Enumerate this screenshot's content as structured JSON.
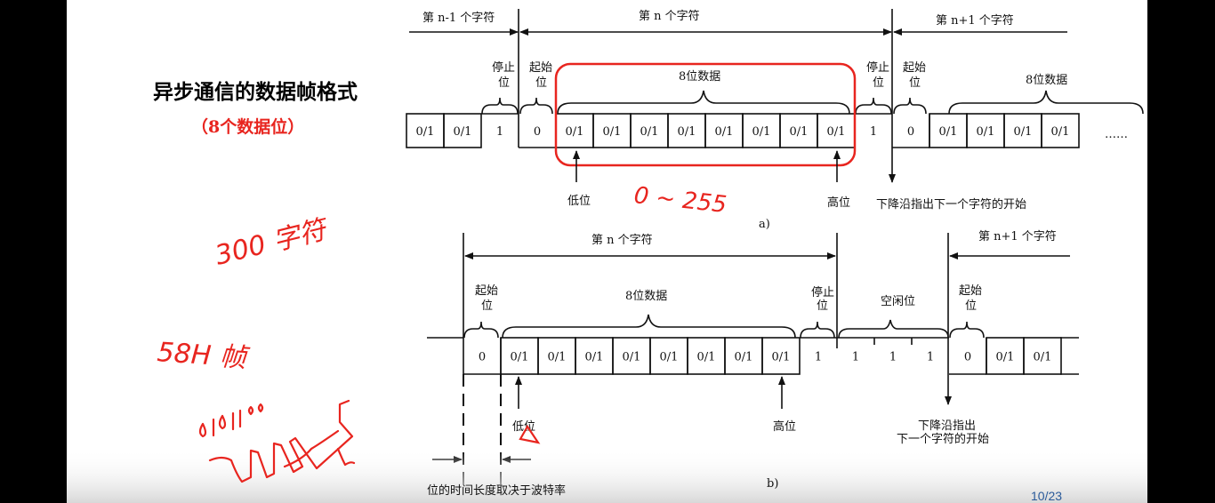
{
  "slide": {
    "title": "异步通信的数据帧格式",
    "subtitle": "（8个数据位）",
    "page_indicator": "10/23",
    "accent_color": "#e8251f",
    "page_color": "#2a5a9a"
  },
  "diagram_a": {
    "char_prev": "第 n-1 个字符",
    "char_n": "第 n 个字符",
    "char_next": "第 n+1 个字符",
    "stop_bit_top": "停止",
    "stop_bit_bottom": "位",
    "start_bit_top": "起始",
    "start_bit_bottom": "位",
    "data_label": "8位数据",
    "cells": [
      "0/1",
      "0/1",
      "1",
      "0",
      "0/1",
      "0/1",
      "0/1",
      "0/1",
      "0/1",
      "0/1",
      "0/1",
      "0/1",
      "1",
      "0",
      "0/1",
      "0/1",
      "0/1",
      "0/1"
    ],
    "ellipsis": "……",
    "low_bit": "低位",
    "high_bit": "高位",
    "falling_edge_note": "下降沿指出下一个字符的开始",
    "caption": "a)"
  },
  "diagram_b": {
    "char_n": "第 n 个字符",
    "char_next": "第 n+1 个字符",
    "start_bit_top": "起始",
    "start_bit_bottom": "位",
    "data_label": "8位数据",
    "stop_bit_top": "停止",
    "stop_bit_bottom": "位",
    "idle_label": "空闲位",
    "cells": [
      "0",
      "0/1",
      "0/1",
      "0/1",
      "0/1",
      "0/1",
      "0/1",
      "0/1",
      "0/1",
      "1",
      "1",
      "1",
      "1",
      "0",
      "0/1",
      "0/1"
    ],
    "low_bit": "低位",
    "high_bit": "高位",
    "falling_edge_line1": "下降沿指出",
    "falling_edge_line2": "下一个字符的开始",
    "bit_time_note": "位的时间长度取决于波特率",
    "caption": "b)"
  },
  "handwriting": {
    "range": "0 ~ 255",
    "rate": "300 字符",
    "hex": "58H 帧",
    "binary": "01011000"
  }
}
